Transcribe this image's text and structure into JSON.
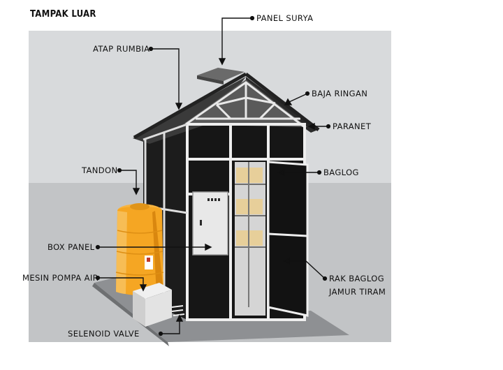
{
  "title": "TAMPAK LUAR",
  "labels": {
    "panel_surya": "PANEL SURYA",
    "atap_rumbia": "ATAP RUMBIA",
    "baja_ringan": "BAJA RINGAN",
    "paranet": "PARANET",
    "tandon": "TANDON",
    "baglog": "BAGLOG",
    "box_panel": "BOX PANEL",
    "mesin_pompa_air": "MESIN POMPA AIR",
    "rak_baglog_line1": "RAK BAGLOG",
    "rak_baglog_line2": "JAMUR TIRAM",
    "selenoid_valve": "SELENOID VALVE"
  },
  "colors": {
    "background_sky": "#d9dbdd",
    "ground": "#bfc1c3",
    "walls": "#1b1b1b",
    "frame": "#eeeeee",
    "tank": "#f5a623",
    "tank_dark": "#d9870f",
    "box_panel": "#e6e6e6"
  }
}
